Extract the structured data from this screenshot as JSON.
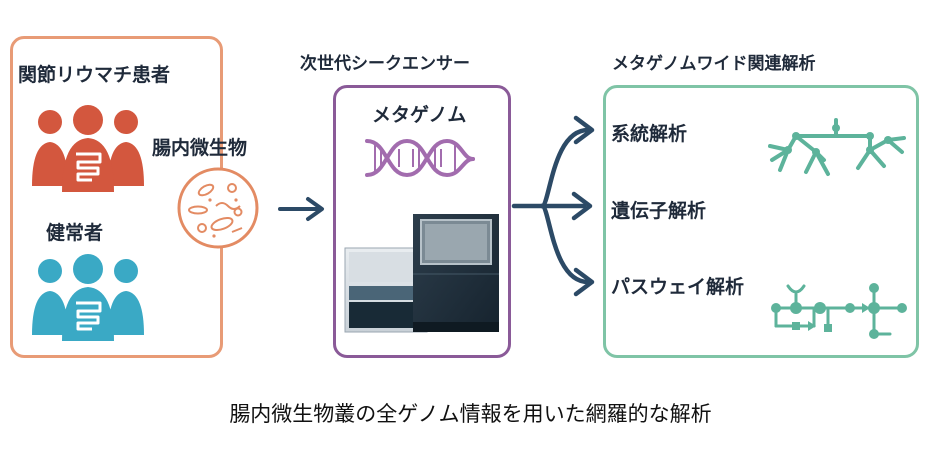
{
  "left_panel": {
    "patients_label": "関節リウマチ患者",
    "healthy_label": "健常者",
    "microbiome_label": "腸内微生物"
  },
  "middle_panel": {
    "header": "次世代シークエンサー",
    "metagenome_label": "メタゲノム"
  },
  "right_panel": {
    "header": "メタゲノムワイド関連解析",
    "items": [
      "系統解析",
      "遺伝子解析",
      "パスウェイ解析"
    ]
  },
  "caption": "腸内微生物叢の全ゲノム情報を用いた網羅的な解析",
  "colors": {
    "patients": "#d3573e",
    "healthy": "#3aa9c5",
    "left_border": "#e89b76",
    "middle_border": "#8a5a98",
    "right_border": "#7fc4a6",
    "arrow": "#2c4a66",
    "dna": "#a26cae",
    "teal": "#5db39b"
  }
}
